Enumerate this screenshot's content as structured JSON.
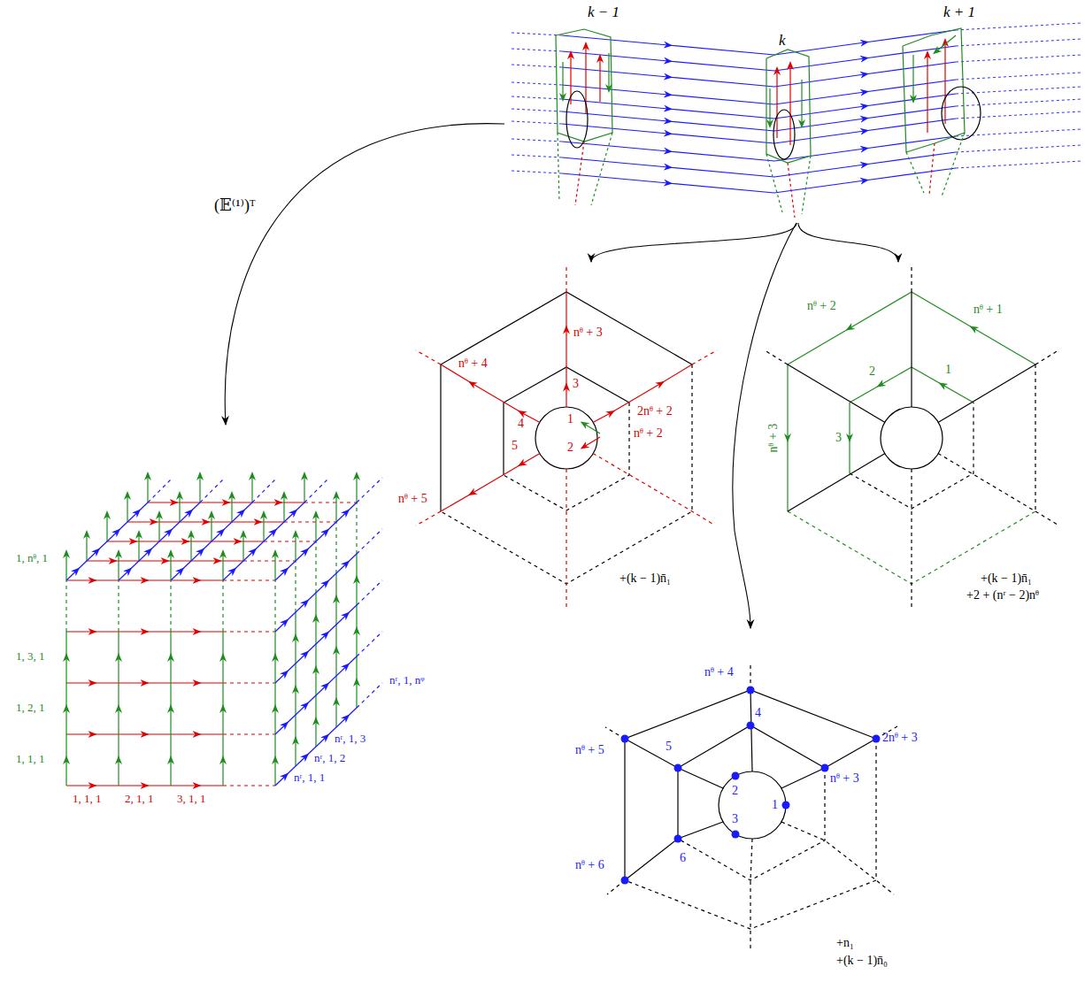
{
  "diagram": {
    "nodes": [
      {
        "text": [
          "k − 1",
          "k",
          "k + 1"
        ]
      },
      {
        "text": [
          "nᶿ + 3",
          "3",
          "nᶿ + 4",
          "4",
          "1",
          "2",
          "nᶿ + 2",
          "2nᶿ + 2",
          "5",
          "nᶿ + 5",
          "+(k − 1)n̄₁"
        ]
      },
      {
        "text": [
          "nᶿ + 2",
          "nᶿ + 1",
          "2",
          "1",
          "nᶿ + 3",
          "3",
          "+(k − 1)n̄₁",
          "+2 + (nʳ − 2)nᶿ"
        ]
      },
      {
        "text": [
          "1, nᶿ, 1",
          "1, 3, 1",
          "1, 2, 1",
          "1, 1, 1",
          "nʳ, 1, nᵠ",
          "nʳ, 1, 3",
          "nʳ, 1, 2",
          "nʳ, 1, 1",
          "1, 1, 1",
          "2, 1, 1",
          "3, 1, 1"
        ]
      },
      {
        "text": [
          "nᶿ + 4",
          "4",
          "nᶿ + 5",
          "5",
          "2",
          "2nᶿ + 3",
          "nᶿ + 3",
          "1",
          "3",
          "6",
          "nᶿ + 6",
          "+n₁",
          "+(k − 1)n̄₀"
        ]
      }
    ],
    "edges": [
      {
        "from": 0,
        "to": 3,
        "label": "(𝔼⁽¹⁾)ᵀ",
        "arrow": "to"
      },
      {
        "from": 0,
        "to": 1,
        "arrow": "to"
      },
      {
        "from": 0,
        "to": 2,
        "arrow": "to"
      },
      {
        "from": 0,
        "to": 4,
        "arrow": "to"
      }
    ]
  }
}
